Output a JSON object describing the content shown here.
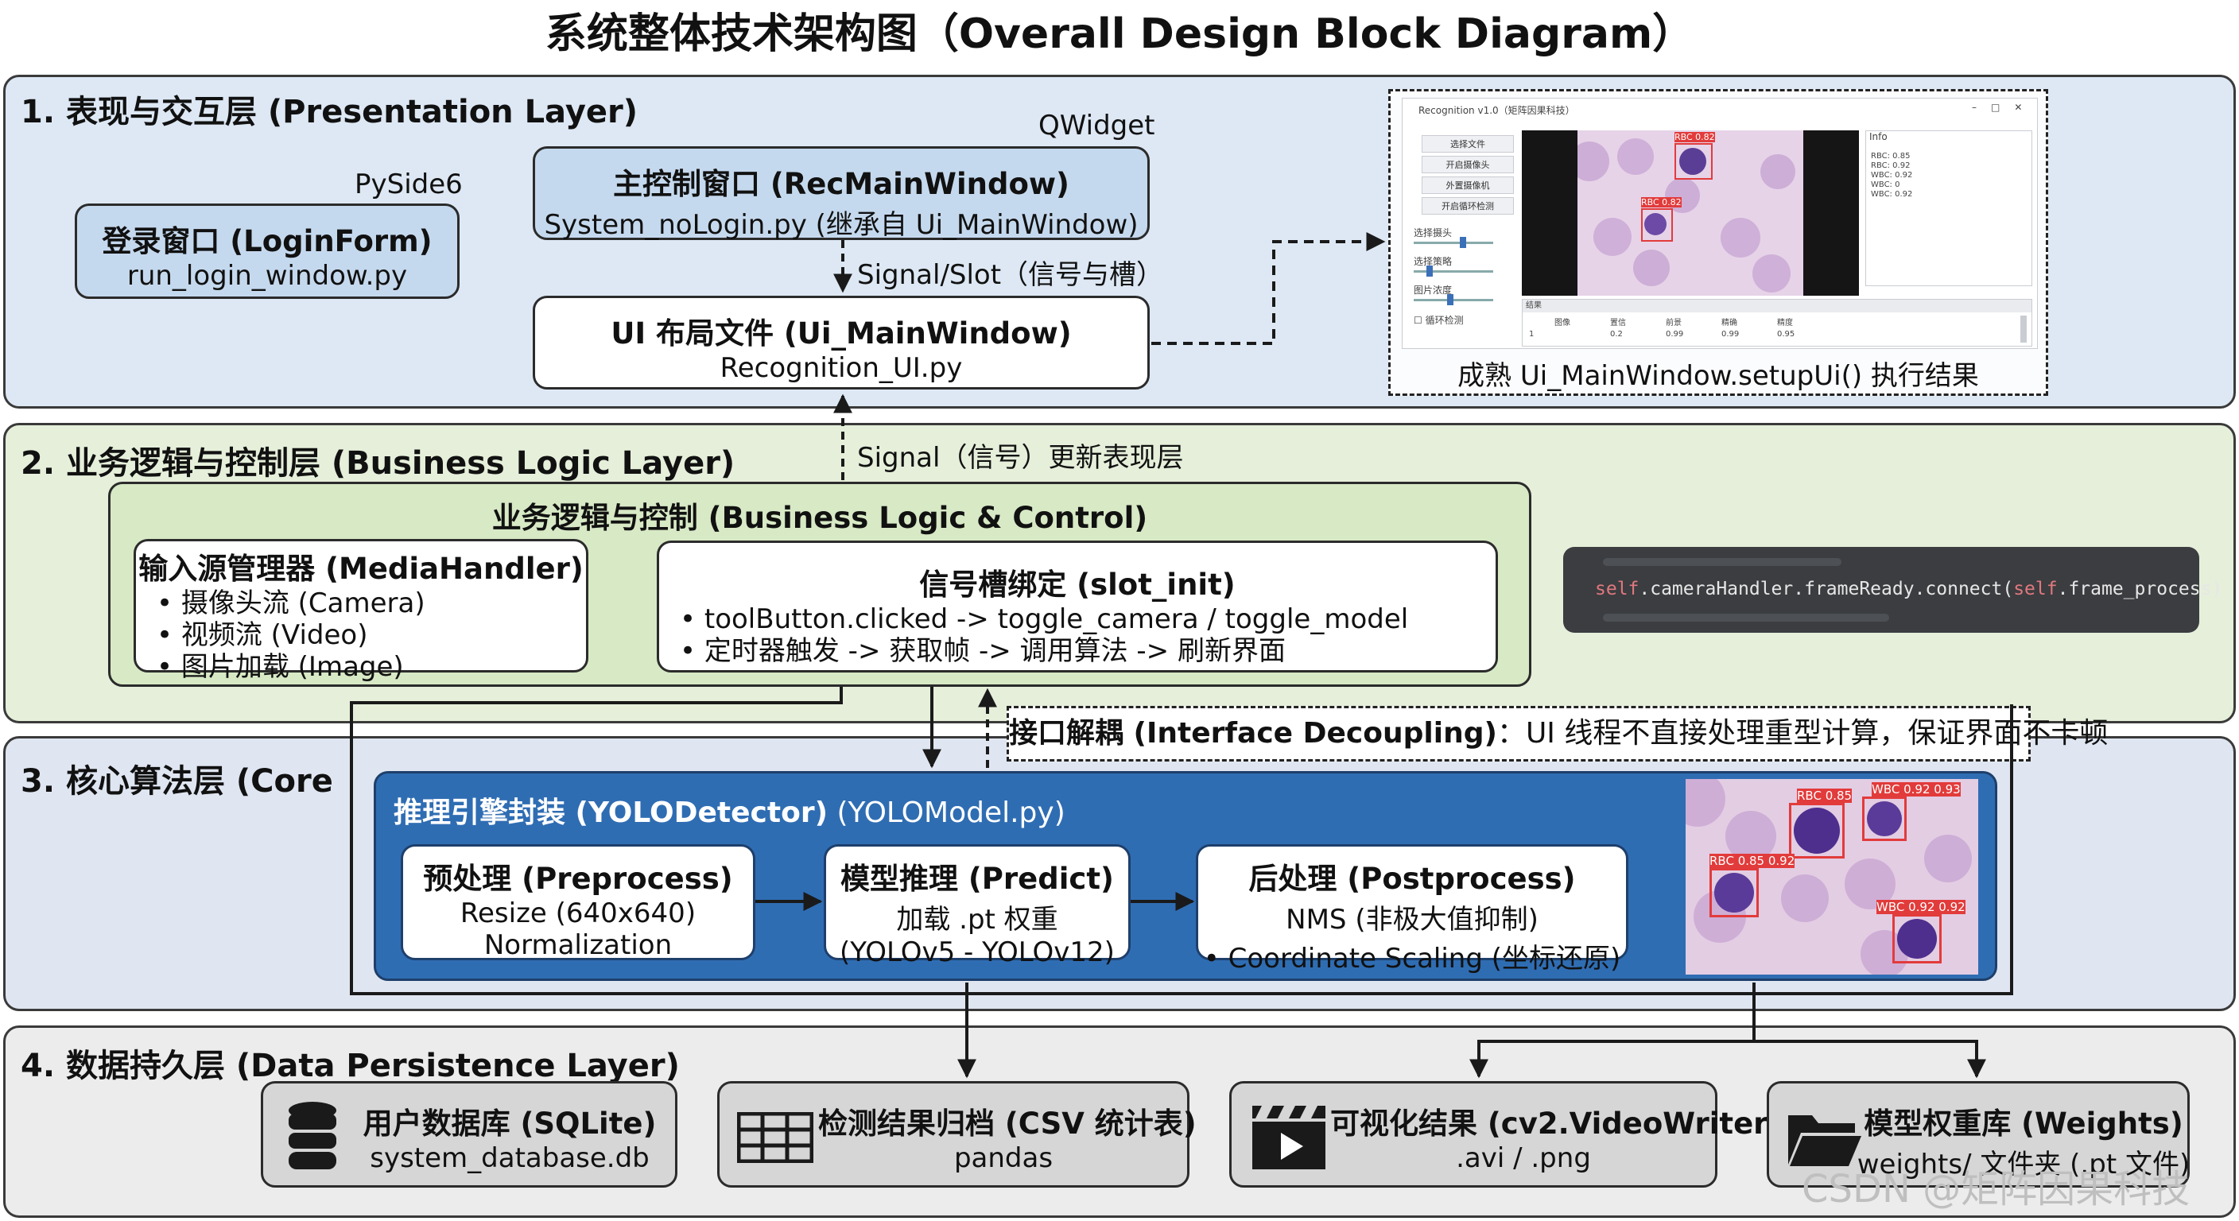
{
  "title": "系统整体技术架构图（Overall Design Block Diagram）",
  "layers": {
    "l1": "1. 表现与交互层 (Presentation Layer)",
    "l2": "2. 业务逻辑与控制层 (Business Logic Layer)",
    "l3": "3. 核心算法层 (Core",
    "l4": "4. 数据持久层 (Data Persistence Layer)"
  },
  "presentation": {
    "pyside_label": "PySide6",
    "qwidget_label": "QWidget",
    "login": {
      "title": "登录窗口 (LoginForm)",
      "file": "run_login_window.py"
    },
    "main": {
      "title": "主控制窗口 (RecMainWindow)",
      "file": "System_noLogin.py (继承自 Ui_MainWindow)"
    },
    "ui": {
      "title": "UI 布局文件 (Ui_MainWindow)",
      "file": "Recognition_UI.py"
    },
    "signal_slot": "Signal/Slot（信号与槽）",
    "screenshot_caption": "成熟 Ui_MainWindow.setupUi() 执行结果",
    "app": {
      "window_title": "Recognition v1.0（矩阵因果科技）",
      "buttons": [
        "选择文件",
        "开启摄像头",
        "外置摄像机",
        "开启循环检测"
      ],
      "side_labels": [
        "选择摄头",
        "选择策略",
        "图片浓度",
        "循环检测"
      ],
      "info_title": "Info",
      "info_lines": [
        "RBC: 0.85",
        "RBC: 0.92",
        "WBC: 0.92",
        "WBC: 0",
        "WBC: 0.92"
      ],
      "bbox_labels": [
        "RBC 0.82",
        "RBC 0.82"
      ],
      "table_title": "结果",
      "table_headers": [
        "图像",
        "置信",
        "前景",
        "精确",
        "精度"
      ],
      "table_row": [
        "1",
        "0.2",
        "0.99",
        "0.99",
        "0.95"
      ]
    }
  },
  "business": {
    "signal_update": "Signal（信号）更新表现层",
    "container_title": "业务逻辑与控制 (Business Logic & Control)",
    "media": {
      "title": "输入源管理器 (MediaHandler)",
      "items": [
        "•  摄像头流 (Camera)",
        "•  视频流 (Video)",
        "•  图片加载 (Image)"
      ]
    },
    "slot": {
      "title": "信号槽绑定 (slot_init)",
      "items": [
        "•  toolButton.clicked -> toggle_camera / toggle_model",
        "•  定时器触发 -> 获取帧 -> 调用算法 -> 刷新界面"
      ]
    },
    "code_self": "self",
    "code_mid": ".cameraHandler.frameReady.connect(",
    "code_self2": "self",
    "code_end": ".frame_process)",
    "decoupling_bold": "接口解耦 (Interface Decoupling)",
    "decoupling_rest": "：UI 线程不直接处理重型计算，保证界面不卡顿"
  },
  "core": {
    "engine_bold": "推理引擎封装 (YOLODetector)",
    "engine_rest": " (YOLOModel.py)",
    "pre": {
      "title": "预处理 (Preprocess)",
      "lines": [
        "Resize (640x640)",
        "Normalization"
      ]
    },
    "pred": {
      "title": "模型推理 (Predict)",
      "lines": [
        "加载 .pt 权重",
        "(YOLOv5 - YOLOv12)"
      ]
    },
    "post": {
      "title": "后处理 (Postprocess)",
      "lines": [
        "NMS (非极大值抑制)",
        "•  Coordinate Scaling (坐标还原)"
      ]
    },
    "det_labels": [
      "RBC 0.85",
      "WBC 0.92 0.93",
      "RBC 0.85 0.92",
      "WBC 0.92 0.92"
    ]
  },
  "persistence": {
    "sqlite": {
      "title": "用户数据库 (SQLite)",
      "file": "system_database.db"
    },
    "csv": {
      "title": "检测结果归档 (CSV 统计表)",
      "file": "pandas"
    },
    "video": {
      "title": "可视化结果 (cv2.VideoWriter)",
      "file": ".avi / .png"
    },
    "weights": {
      "title": "模型权重库 (Weights)",
      "file": "weights/ 文件夹 (.pt 文件)"
    }
  },
  "watermark": "CSDN @矩阵因果科技",
  "colors": {
    "layer1_bg": "#dde8f4",
    "layer2_bg": "#e5efda",
    "layer3_bg": "#dfe6f1",
    "layer4_bg": "#ececec",
    "core_box": "#2f6db3",
    "login_box": "#c5d9ee",
    "bbox_red": "#e23b3b"
  },
  "icons": [
    "database-icon",
    "table-icon",
    "clapperboard-icon",
    "folder-icon"
  ]
}
